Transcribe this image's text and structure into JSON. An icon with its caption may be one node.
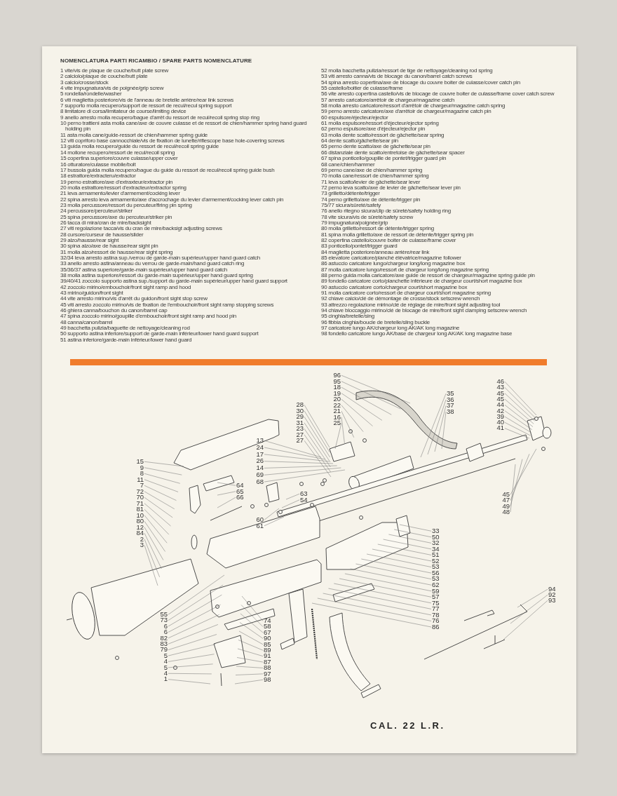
{
  "diagram": {
    "title": "NOMENCLATURA PARTI RICAMBIO / SPARE PARTS NOMENCLATURE",
    "nodes": [
      {
        "text": [
          "96"
        ]
      },
      {
        "text": [
          "95"
        ]
      },
      {
        "text": [
          "18"
        ]
      },
      {
        "text": [
          "19"
        ]
      },
      {
        "text": [
          "20"
        ]
      },
      {
        "text": [
          "22"
        ]
      },
      {
        "text": [
          "21"
        ]
      },
      {
        "text": [
          "16"
        ]
      },
      {
        "text": [
          "25"
        ]
      },
      {
        "text": [
          "35"
        ]
      },
      {
        "text": [
          "36"
        ]
      },
      {
        "text": [
          "37"
        ]
      },
      {
        "text": [
          "38"
        ]
      },
      {
        "text": [
          "46"
        ]
      },
      {
        "text": [
          "43"
        ]
      },
      {
        "text": [
          "45"
        ]
      },
      {
        "text": [
          "45"
        ]
      },
      {
        "text": [
          "44"
        ]
      },
      {
        "text": [
          "42"
        ]
      },
      {
        "text": [
          "39"
        ]
      },
      {
        "text": [
          "40"
        ]
      },
      {
        "text": [
          "41"
        ]
      },
      {
        "text": [
          "28"
        ]
      },
      {
        "text": [
          "30"
        ]
      },
      {
        "text": [
          "29"
        ]
      },
      {
        "text": [
          "31"
        ]
      },
      {
        "text": [
          "23"
        ]
      },
      {
        "text": [
          "27"
        ]
      },
      {
        "text": [
          "27"
        ]
      },
      {
        "text": [
          "13"
        ]
      },
      {
        "text": [
          "24"
        ]
      },
      {
        "text": [
          "17"
        ]
      },
      {
        "text": [
          "26"
        ]
      },
      {
        "text": [
          "14"
        ]
      },
      {
        "text": [
          "69"
        ]
      },
      {
        "text": [
          "68"
        ]
      },
      {
        "text": [
          "15"
        ]
      },
      {
        "text": [
          "9"
        ]
      },
      {
        "text": [
          "8"
        ]
      },
      {
        "text": [
          "11"
        ]
      },
      {
        "text": [
          "7"
        ]
      },
      {
        "text": [
          "72"
        ]
      },
      {
        "text": [
          "70"
        ]
      },
      {
        "text": [
          "71"
        ]
      },
      {
        "text": [
          "81"
        ]
      },
      {
        "text": [
          "10"
        ]
      },
      {
        "text": [
          "80"
        ]
      },
      {
        "text": [
          "12"
        ]
      },
      {
        "text": [
          "84"
        ]
      },
      {
        "text": [
          "2"
        ]
      },
      {
        "text": [
          "3"
        ]
      },
      {
        "text": [
          "64"
        ]
      },
      {
        "text": [
          "65"
        ]
      },
      {
        "text": [
          "66"
        ]
      },
      {
        "text": [
          "63"
        ]
      },
      {
        "text": [
          "54"
        ]
      },
      {
        "text": [
          "45"
        ]
      },
      {
        "text": [
          "47"
        ]
      },
      {
        "text": [
          "49"
        ]
      },
      {
        "text": [
          "48"
        ]
      },
      {
        "text": [
          "60"
        ]
      },
      {
        "text": [
          "61"
        ]
      },
      {
        "text": [
          "33"
        ]
      },
      {
        "text": [
          "50"
        ]
      },
      {
        "text": [
          "32"
        ]
      },
      {
        "text": [
          "34"
        ]
      },
      {
        "text": [
          "51"
        ]
      },
      {
        "text": [
          "52"
        ]
      },
      {
        "text": [
          "53"
        ]
      },
      {
        "text": [
          "56"
        ]
      },
      {
        "text": [
          "53"
        ]
      },
      {
        "text": [
          "62"
        ]
      },
      {
        "text": [
          "59"
        ]
      },
      {
        "text": [
          "57"
        ]
      },
      {
        "text": [
          "75"
        ]
      },
      {
        "text": [
          "77"
        ]
      },
      {
        "text": [
          "78"
        ]
      },
      {
        "text": [
          "76"
        ]
      },
      {
        "text": [
          "86"
        ]
      },
      {
        "text": [
          "94"
        ]
      },
      {
        "text": [
          "92"
        ]
      },
      {
        "text": [
          "93"
        ]
      },
      {
        "text": [
          "55"
        ]
      },
      {
        "text": [
          "73"
        ]
      },
      {
        "text": [
          "6"
        ]
      },
      {
        "text": [
          "6"
        ]
      },
      {
        "text": [
          "82"
        ]
      },
      {
        "text": [
          "83"
        ]
      },
      {
        "text": [
          "79"
        ]
      },
      {
        "text": [
          "5"
        ]
      },
      {
        "text": [
          "4"
        ]
      },
      {
        "text": [
          "5"
        ]
      },
      {
        "text": [
          "4"
        ]
      },
      {
        "text": [
          "1"
        ]
      },
      {
        "text": [
          "74"
        ]
      },
      {
        "text": [
          "58"
        ]
      },
      {
        "text": [
          "67"
        ]
      },
      {
        "text": [
          "90"
        ]
      },
      {
        "text": [
          "85"
        ]
      },
      {
        "text": [
          "89"
        ]
      },
      {
        "text": [
          "91"
        ]
      },
      {
        "text": [
          "87"
        ]
      },
      {
        "text": [
          "88"
        ]
      },
      {
        "text": [
          "97"
        ]
      },
      {
        "text": [
          "98"
        ]
      }
    ],
    "edges": [
      {
        "from": 0,
        "to": null,
        "arrow": "none"
      },
      {
        "from": 1,
        "to": null,
        "arrow": "none"
      },
      {
        "from": 2,
        "to": null,
        "arrow": "none"
      },
      {
        "from": 3,
        "to": null,
        "arrow": "none"
      },
      {
        "from": 4,
        "to": null,
        "arrow": "none"
      },
      {
        "from": 5,
        "to": null,
        "arrow": "none"
      },
      {
        "from": 6,
        "to": null,
        "arrow": "none"
      },
      {
        "from": 7,
        "to": null,
        "arrow": "none"
      },
      {
        "from": 8,
        "to": null,
        "arrow": "none"
      },
      {
        "from": 9,
        "to": null,
        "arrow": "none"
      },
      {
        "from": 10,
        "to": null,
        "arrow": "none"
      },
      {
        "from": 11,
        "to": null,
        "arrow": "none"
      },
      {
        "from": 12,
        "to": null,
        "arrow": "none"
      },
      {
        "from": 13,
        "to": null,
        "arrow": "none"
      },
      {
        "from": 14,
        "to": null,
        "arrow": "none"
      },
      {
        "from": 15,
        "to": null,
        "arrow": "none"
      },
      {
        "from": 16,
        "to": null,
        "arrow": "none"
      },
      {
        "from": 17,
        "to": null,
        "arrow": "none"
      },
      {
        "from": 18,
        "to": null,
        "arrow": "none"
      },
      {
        "from": 19,
        "to": null,
        "arrow": "none"
      },
      {
        "from": 20,
        "to": null,
        "arrow": "none"
      },
      {
        "from": 21,
        "to": null,
        "arrow": "none"
      },
      {
        "from": 22,
        "to": null,
        "arrow": "none"
      },
      {
        "from": 23,
        "to": null,
        "arrow": "none"
      },
      {
        "from": 24,
        "to": null,
        "arrow": "none"
      },
      {
        "from": 25,
        "to": null,
        "arrow": "none"
      },
      {
        "from": 26,
        "to": null,
        "arrow": "none"
      },
      {
        "from": 27,
        "to": null,
        "arrow": "none"
      },
      {
        "from": 28,
        "to": null,
        "arrow": "none"
      },
      {
        "from": 29,
        "to": null,
        "arrow": "none"
      },
      {
        "from": 30,
        "to": null,
        "arrow": "none"
      },
      {
        "from": 31,
        "to": null,
        "arrow": "none"
      },
      {
        "from": 32,
        "to": null,
        "arrow": "none"
      },
      {
        "from": 33,
        "to": null,
        "arrow": "none"
      },
      {
        "from": 34,
        "to": null,
        "arrow": "none"
      },
      {
        "from": 35,
        "to": null,
        "arrow": "none"
      },
      {
        "from": 36,
        "to": null,
        "arrow": "none"
      },
      {
        "from": 37,
        "to": null,
        "arrow": "none"
      },
      {
        "from": 38,
        "to": null,
        "arrow": "none"
      },
      {
        "from": 39,
        "to": null,
        "arrow": "none"
      },
      {
        "from": 40,
        "to": null,
        "arrow": "none"
      },
      {
        "from": 41,
        "to": null,
        "arrow": "none"
      },
      {
        "from": 42,
        "to": null,
        "arrow": "none"
      },
      {
        "from": 43,
        "to": null,
        "arrow": "none"
      },
      {
        "from": 44,
        "to": null,
        "arrow": "none"
      },
      {
        "from": 45,
        "to": null,
        "arrow": "none"
      },
      {
        "from": 46,
        "to": null,
        "arrow": "none"
      },
      {
        "from": 47,
        "to": null,
        "arrow": "none"
      },
      {
        "from": 48,
        "to": null,
        "arrow": "none"
      },
      {
        "from": 49,
        "to": null,
        "arrow": "none"
      },
      {
        "from": 50,
        "to": null,
        "arrow": "none"
      },
      {
        "from": 51,
        "to": null,
        "arrow": "none"
      },
      {
        "from": 52,
        "to": null,
        "arrow": "none"
      },
      {
        "from": 53,
        "to": null,
        "arrow": "none"
      },
      {
        "from": 54,
        "to": null,
        "arrow": "none"
      },
      {
        "from": 55,
        "to": null,
        "arrow": "none"
      },
      {
        "from": 56,
        "to": null,
        "arrow": "none"
      },
      {
        "from": 57,
        "to": null,
        "arrow": "none"
      },
      {
        "from": 58,
        "to": null,
        "arrow": "none"
      },
      {
        "from": 59,
        "to": null,
        "arrow": "none"
      },
      {
        "from": 60,
        "to": null,
        "arrow": "none"
      },
      {
        "from": 61,
        "to": null,
        "arrow": "none"
      },
      {
        "from": 62,
        "to": null,
        "arrow": "none"
      },
      {
        "from": 63,
        "to": null,
        "arrow": "none"
      },
      {
        "from": 64,
        "to": null,
        "arrow": "none"
      },
      {
        "from": 65,
        "to": null,
        "arrow": "none"
      },
      {
        "from": 66,
        "to": null,
        "arrow": "none"
      },
      {
        "from": 67,
        "to": null,
        "arrow": "none"
      },
      {
        "from": 68,
        "to": null,
        "arrow": "none"
      },
      {
        "from": 69,
        "to": null,
        "arrow": "none"
      },
      {
        "from": 70,
        "to": null,
        "arrow": "none"
      },
      {
        "from": 71,
        "to": null,
        "arrow": "none"
      },
      {
        "from": 72,
        "to": null,
        "arrow": "none"
      },
      {
        "from": 73,
        "to": null,
        "arrow": "none"
      },
      {
        "from": 74,
        "to": null,
        "arrow": "none"
      },
      {
        "from": 75,
        "to": null,
        "arrow": "none"
      },
      {
        "from": 76,
        "to": null,
        "arrow": "none"
      },
      {
        "from": 77,
        "to": null,
        "arrow": "none"
      },
      {
        "from": 78,
        "to": null,
        "arrow": "none"
      },
      {
        "from": 79,
        "to": null,
        "arrow": "none"
      },
      {
        "from": 80,
        "to": null,
        "arrow": "none"
      },
      {
        "from": 81,
        "to": null,
        "arrow": "none"
      },
      {
        "from": 82,
        "to": null,
        "arrow": "none"
      },
      {
        "from": 83,
        "to": null,
        "arrow": "none"
      },
      {
        "from": 84,
        "to": null,
        "arrow": "none"
      },
      {
        "from": 85,
        "to": null,
        "arrow": "none"
      },
      {
        "from": 86,
        "to": null,
        "arrow": "none"
      },
      {
        "from": 87,
        "to": null,
        "arrow": "none"
      },
      {
        "from": 88,
        "to": null,
        "arrow": "none"
      },
      {
        "from": 89,
        "to": null,
        "arrow": "none"
      },
      {
        "from": 90,
        "to": null,
        "arrow": "none"
      },
      {
        "from": 91,
        "to": null,
        "arrow": "none"
      },
      {
        "from": 92,
        "to": null,
        "arrow": "none"
      },
      {
        "from": 93,
        "to": null,
        "arrow": "none"
      },
      {
        "from": 94,
        "to": null,
        "arrow": "none"
      },
      {
        "from": 95,
        "to": null,
        "arrow": "none"
      },
      {
        "from": 96,
        "to": null,
        "arrow": "none"
      },
      {
        "from": 97,
        "to": null,
        "arrow": "none"
      },
      {
        "from": 98,
        "to": null,
        "arrow": "none"
      },
      {
        "from": 99,
        "to": null,
        "arrow": "none"
      },
      {
        "from": 100,
        "to": null,
        "arrow": "none"
      },
      {
        "from": 101,
        "to": null,
        "arrow": "none"
      },
      {
        "from": 102,
        "to": null,
        "arrow": "none"
      },
      {
        "from": 103,
        "to": null,
        "arrow": "none"
      },
      {
        "from": 104,
        "to": null,
        "arrow": "none"
      }
    ],
    "labels": [
      "1 vite/vis de plaque de couche/butt plate screw",
      "2 calciolo/plaque de couche/butt plate",
      "3 calcio/crosse/stock",
      "4 vite impugnatura/vis de poignée/grip screw",
      "5 rondella/rondelle/washer",
      "6 viti maglietta posteriore/vis de l'anneau de bretelle arrière/rear link screws",
      "7 supporto molla recupero/support de ressort de recul/recul spring support",
      "8 limitatore di corsa/limitateur de course/limiting device",
      "9 anello arresto molla recupero/bague d'arrêt du ressort de recul/recoil spring stop ring",
      "10 perno trattieni asta molla cane/axe de couvre culasse et de ressort de chien/hammer spring hand guard holding pin",
      "11 asta molla cane/guide-ressort de chien/hammer spring guide",
      "12 viti copriforo base cannocchiale/vis de fixation de lunette/riflescope base hole-covering screws",
      "13 guida molla recupero/guide du ressort de recul/recoil spring guide",
      "14 mollone recupero/ressort de recul/recoil spring",
      "15 copertina superiore/couvre culasse/upper cover",
      "16 otturatore/culasse mobile/bolt",
      "17 bussola guida molla recupero/bague du guide du ressort de recul/recoil spring guide bush",
      "18 estrattore/extracteru/extractor",
      "19 perno estrattore/axe d'extraxteur/extractor pin",
      "20 molla estrattore/ressort d'extracteur/extractor spring",
      "21 leva armamento/levier d'armement/cocking lever",
      "22 spina arresto leva armamento/axe d'accrochage du levier d'armement/cocking lever catch pin",
      "23 molla percussore/ressort du percuteur/firing pin spring",
      "24 percussore/percuteur/striker",
      "25 spina percussore/axe du percuteur/striker pin",
      "26 tacca di mira/cran de mire/backsight",
      "27 viti regolazione tacca/vis du cran de mire/backsigt adjusting screws",
      "28 cursore/curseur de hausse/slider",
      "29 alzo/hausse/rear sight",
      "30 spina alzo/axe de hausse/rear sight pin",
      "31 molla alzo/ressort de hausse/rear sight spring",
      "32/34 leva arresto astina sup./verrou de garde-main supérieur/upper hand guard catch",
      "33 anello arresto astina/anneau du verrou de garde-main/hand guard catch ring",
      "35/36/37 astina superiore/garde-main supérieur/upper hand guard catch",
      "38 molla astina superiore/ressort du garde-main supérieur/upper hand guard spring",
      "39/40/41 zoccolo supporto astina sup./support du garde-main supérieur/upper hand guard support",
      "42 zoccolo mirino/embouchoir/front sight ramp and hood",
      "43 mirino/guidon/front sight",
      "44 vite arresto mirino/vis d'arrêt du guidon/front sight stop screw",
      "45 viti arresto zoccolo mirino/vis de fixation de l'embouchoir/front sight ramp stopping screws",
      "46 ghiera canna/bouchon du canon/barrel cap",
      "47 spina zoccolo mirino/goupille d'embouchoir/front sight ramp and hood pin",
      "48 canna/canon/barrel",
      "49 bacchetta pulizia/baguette de nettoyage/cleaning rod",
      "50 supporto astina inferiore/support de garde-main inférieur/lower hand guard support",
      "51 astina inferiore/garde-main inférieur/lower hand guard",
      "52 molla bacchetta pulizia/ressort de tige de nettoyage/cleaning rod spring",
      "53 viti arresto canna/vis de blocage du canon/barrel catch screws",
      "54 spina arresto copertina/axe de blocage du couvre boiter de culasse/cover catch pin",
      "55 castello/boitier de culasse/frame",
      "56 vite arresto copertina castello/vis de blocage de couvre boiter de culasse/frame cover catch screw",
      "57 arresto caricatore/arrêtoir de chargeur/magazine catch",
      "58 molla arresto caricatore/ressort d'arrêtoir de chargeur/magazine catch spring",
      "59 perno arresto caricatore/axe d'arrêtoir de chargeur/magazine catch pin",
      "60 espulsore/éjecteur/ejector",
      "61 molla espulsore/ressort d'éjecteur/ejector spring",
      "62 perno espulsore/axe d'éjecteur/ejector pin",
      "63 molla dente scatto/ressort de gâchette/sear spring",
      "64 dente scatto/gâchette/sear pin",
      "65 perno dente scatto/axe de gâchette/sear pin",
      "66 distanziale dente scatto/entretoise de gâchette/sear spacer",
      "67 spina ponticello/goupille de pontet/trigger guard pin",
      "68 cane/chien/hammer",
      "69 perno cane/axe de chien/hammer spring",
      "70 molla cane/ressort de chien/hammer spring",
      "71 leva scatto/levier de gâchette/sear lever",
      "72 perno leva scatto/axe de levier de gâchette/sear lever pin",
      "73 grilletto/détente/trigger",
      "74 perno grilletto/axe de détente/trigger pin",
      "75/77 sicura/sûreté/safety",
      "76 anello ritegno sicura/clip de sûreté/safety holding ring",
      "78 vite sicura/vis de sûreté/safety screw",
      "79 impugnatura/poignée/grip",
      "80 molla grilletto/ressort de détente/trigger spring",
      "81 spina molla grilletto/axe de ressort de détente/trigger spring pin",
      "82 copertina castello/couvre boiter de culasse/frame cover",
      "83 ponticello/pontet/trigger guard",
      "84 maglietta posteriore/anneau arrière/rear link",
      "85 elevatore caricatore/planché élévatrice/magazine follower",
      "86 astuccio caricatore lungo/chargeur long/long magazine box",
      "87 molla caricatore lungo/ressort de chargeur long/long magazine spring",
      "88 perno guida molla caricatore/axe guide de ressort de chargeur/magazine spring guide pin",
      "89 fondello caricatore corto/planchette inférieure de chargeur court/short magazine box",
      "90 astuccio caricatore corto/chargeur court/short magazine box",
      "91 molla caricatore corto/ressort de chargeur court/short magazine spring",
      "92 chiave calcio/clé de démontage de crosse/stock setscrew wrench",
      "93 attrezzo regolazione mirino/clé de réglage de mire/front sight adjusting tool",
      "94 chiave bloccaggio mirino/clé de blocage de mire/front sight clamping setscrew wrench",
      "95 cinghia/bretelle/sing",
      "96 fibbia cinghia/boucle de bretelle/sling buckle",
      "97 caricatore lungo AK/chargeur long AK/AK long magazine",
      "98 fondello caricatore lungo AK/base de chargeur long AK/AK long magazine base",
      "CAL. 22 L.R."
    ]
  }
}
